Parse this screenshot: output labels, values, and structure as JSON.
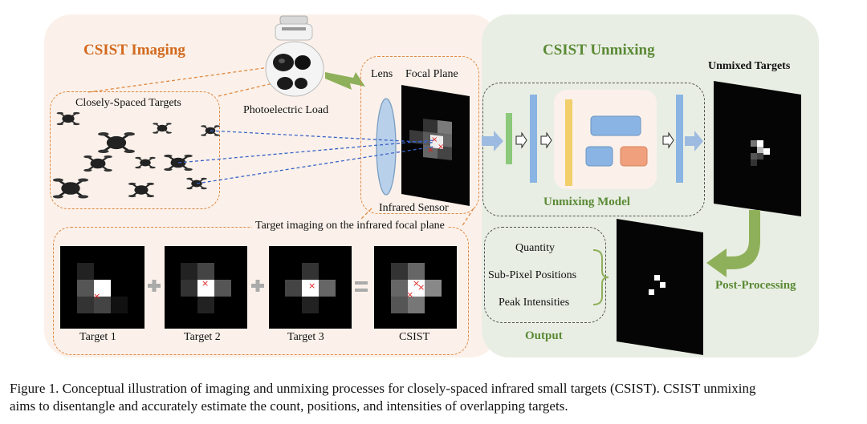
{
  "imaging": {
    "title": "CSIST Imaging",
    "targets_label": "Closely-Spaced Targets",
    "load_label": "Photoelectric Load",
    "lens_label": "Lens",
    "focal_label": "Focal Plane",
    "sensor_label": "Infrared Sensor",
    "focal_caption": "Target imaging on the infrared focal plane",
    "tiles": [
      {
        "label": "Target 1"
      },
      {
        "label": "Target 2"
      },
      {
        "label": "Target 3"
      },
      {
        "label": "CSIST"
      }
    ]
  },
  "unmixing": {
    "title": "CSIST Unmixing",
    "model_label": "Unmixing Model",
    "unmixed_label": "Unmixed Targets",
    "post_label": "Post-Processing",
    "output_label": "Output",
    "outputs": [
      "Quantity",
      "Sub-Pixel Positions",
      "Peak Intensities"
    ]
  },
  "caption": {
    "line1": "Figure 1. Conceptual illustration of imaging and unmixing processes for closely-spaced infrared small targets (CSIST). CSIST unmixing",
    "line2": "aims to disentangle and accurately estimate the count, positions, and intensities of overlapping targets."
  },
  "colors": {
    "orange": "#d2691e",
    "green": "#5a8a35",
    "arrow_green": "#8fb05a",
    "arrow_blue": "#9dbbe0",
    "bar_blue": "#8ab4e3",
    "bar_green": "#8cc97a",
    "bar_yellow": "#f2cf6b",
    "block_salmon": "#f0a07c"
  }
}
